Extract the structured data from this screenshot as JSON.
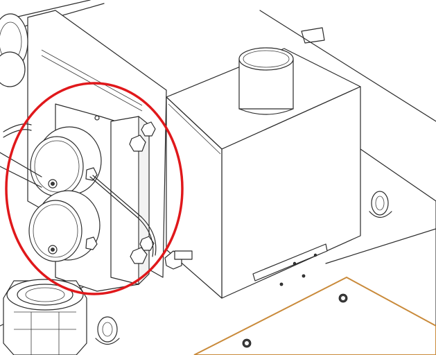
{
  "drawing": {
    "highlight_color": "#e0181b",
    "panel_edge_color": "#c98a3a",
    "line_color": "#2a2a2a",
    "background_color": "#ffffff",
    "parts": {
      "gauges": [
        "gauge-upper",
        "gauge-lower"
      ],
      "tank": "box-tank",
      "pipe": "pipe-collar",
      "coupling": "pipe-coupling"
    }
  }
}
